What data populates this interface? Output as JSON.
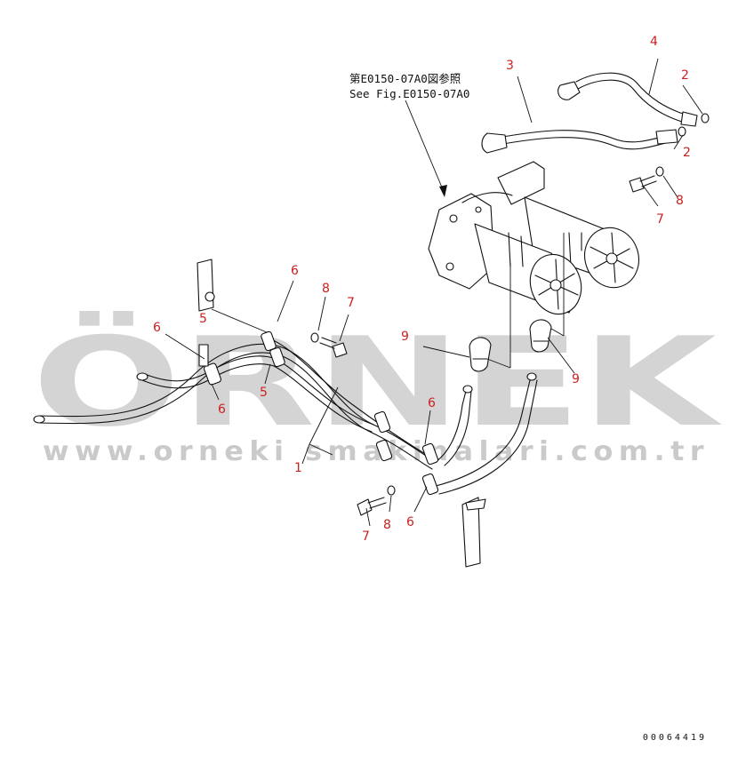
{
  "reference": {
    "line_jp": "第E0150-07A0図参照",
    "line_en": "See Fig.E0150-07A0"
  },
  "callouts": {
    "c1": "1",
    "c2a": "2",
    "c2b": "2",
    "c3": "3",
    "c4": "4",
    "c5a": "5",
    "c5b": "5",
    "c6a": "6",
    "c6b": "6",
    "c6c": "6",
    "c6d": "6",
    "c6e": "6",
    "c7a": "7",
    "c7b": "7",
    "c7c": "7",
    "c8a": "8",
    "c8b": "8",
    "c8c": "8",
    "c9a": "9",
    "c9b": "9"
  },
  "watermark": {
    "brand": "ÖRNEK",
    "url": "www.orneki smakinalari.com.tr"
  },
  "drawing_code": "00064419",
  "colors": {
    "ink": "#111111",
    "callout": "#cc1f1f",
    "watermark_gray": "#c9c9c9",
    "watermark_gold": "#f2cf6a"
  }
}
